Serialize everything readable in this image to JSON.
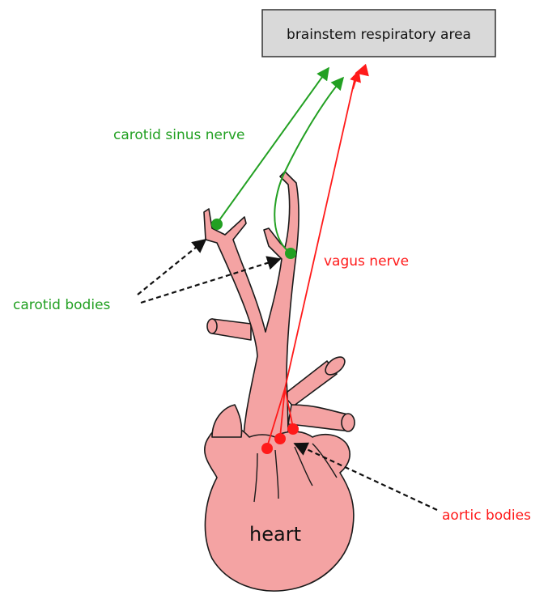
{
  "diagram": {
    "brainstem_box": "brainstem respiratory area",
    "carotid_sinus_nerve": "carotid sinus nerve",
    "vagus_nerve": "vagus nerve",
    "carotid_bodies": "carotid bodies",
    "aortic_bodies": "aortic bodies",
    "heart": "heart"
  },
  "colors": {
    "green": "#22a022",
    "red": "#ff1a1a",
    "tissue": "#f4a3a3",
    "outline": "#1a1a1a",
    "box_fill": "#d9d9d9"
  }
}
